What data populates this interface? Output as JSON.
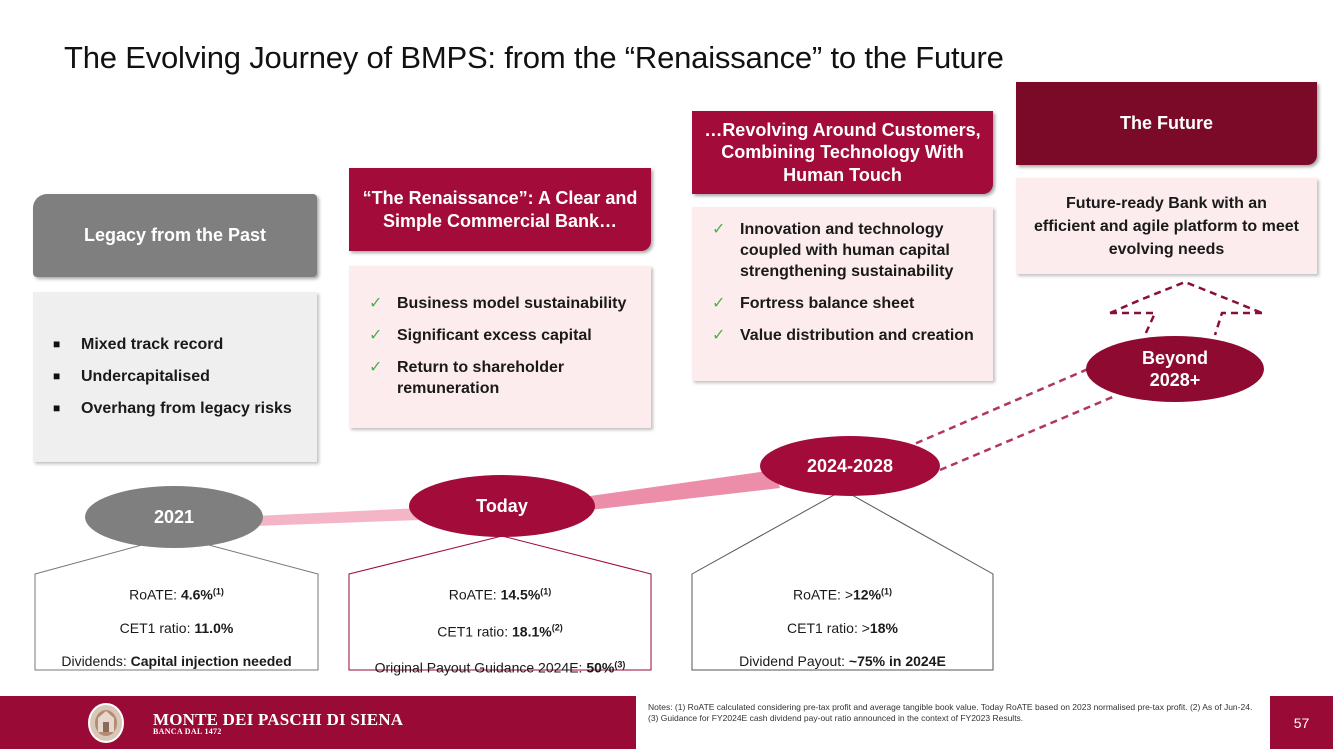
{
  "title": "The Evolving Journey of BMPS: from the “Renaissance” to the Future",
  "columns": {
    "legacy": {
      "header": "Legacy from the Past",
      "items": [
        "Mixed track record",
        "Undercapitalised",
        "Overhang from legacy risks"
      ]
    },
    "renaissance": {
      "header": "“The Renaissance”: A Clear and Simple Commercial Bank…",
      "items": [
        "Business model sustainability",
        "Significant excess capital",
        "Return to shareholder remuneration"
      ]
    },
    "revolving": {
      "header": "…Revolving Around Customers, Combining Technology With Human Touch",
      "items": [
        "Innovation and technology coupled with human capital strengthening sustainability",
        "Fortress balance sheet",
        "Value distribution and creation"
      ]
    },
    "future": {
      "header": "The Future",
      "text": "Future-ready Bank with an efficient and agile platform to meet evolving needs"
    }
  },
  "timeline": {
    "y2021": "2021",
    "today": "Today",
    "y2024": "2024-2028",
    "beyond": "Beyond 2028+"
  },
  "metrics": {
    "m2021": {
      "roate_label": "RoATE: ",
      "roate_value": "4.6%",
      "roate_note": "(1)",
      "cet1_label": "CET1 ratio: ",
      "cet1_value": "11.0%",
      "div_label": "Dividends: ",
      "div_value": "Capital injection needed"
    },
    "today": {
      "roate_label": "RoATE: ",
      "roate_value": "14.5%",
      "roate_note": "(1)",
      "cet1_label": "CET1 ratio: ",
      "cet1_value": "18.1%",
      "cet1_note": "(2)",
      "div_label": "Original Payout Guidance 2024E: ",
      "div_value": "50%",
      "div_note": "(3)"
    },
    "m2024": {
      "roate_label": "RoATE: >",
      "roate_value": "12%",
      "roate_note": "(1)",
      "cet1_label": "CET1 ratio: >",
      "cet1_value": "18%",
      "div_label": "Dividend Payout: ",
      "div_value": "~75% in 2024E"
    }
  },
  "footer": {
    "brand": "MONTE DEI PASCHI DI SIENA",
    "brand_sub": "BANCA DAL 1472",
    "notes": "Notes: (1) RoATE calculated considering pre-tax profit and average tangible book value. Today RoATE based on 2023 normalised pre-tax profit. (2) As of Jun-24. (3) Guidance for FY2024E cash dividend pay-out ratio announced in the context of FY2023 Results.",
    "page": "57"
  },
  "colors": {
    "brand_red": "#a20b3a",
    "dark_red": "#7a0a27",
    "gray": "#7f7f7f",
    "pink_bg": "#fceced",
    "check_green": "#4caf50"
  },
  "icons": {
    "check": "check-icon",
    "bullet": "square-bullet-icon",
    "logo": "bank-seal-icon"
  }
}
